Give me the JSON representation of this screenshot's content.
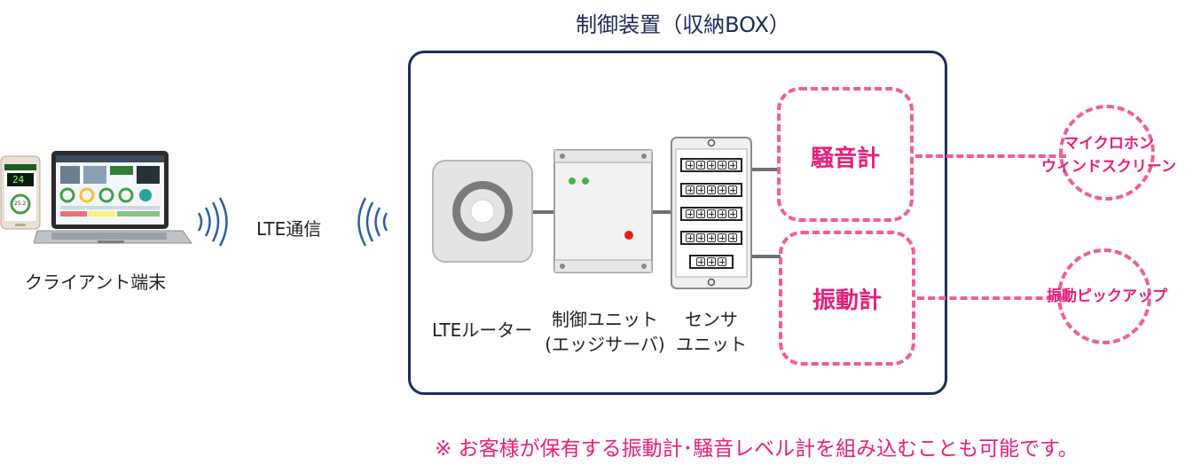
{
  "box_title": "制御装置（収納BOX）",
  "client": {
    "label": "クライアント端末",
    "phone_reading": "24",
    "gauge_value": "25.2"
  },
  "link": {
    "label": "LTE通信"
  },
  "devices": {
    "router": {
      "label": "LTEルーター"
    },
    "control_unit": {
      "line1": "制御ユニット",
      "line2": "(エッジサーバ)"
    },
    "sensor_unit": {
      "line1": "センサ",
      "line2": "ユニット"
    }
  },
  "meters": {
    "sound": {
      "label": "騒音計",
      "accessory_line1": "マイクロホン",
      "accessory_line2": "ウィンドスクリーン"
    },
    "vibration": {
      "label": "振動計",
      "accessory": "振動ピックアップ"
    }
  },
  "note": "※ お客様が保有する振動計･騒音レベル計を組み込むことも可能です。",
  "colors": {
    "box_border": "#1b2d5b",
    "pink": "#e91e7a",
    "dash": "#ee5d9b",
    "wave": "#2e5fa0"
  }
}
